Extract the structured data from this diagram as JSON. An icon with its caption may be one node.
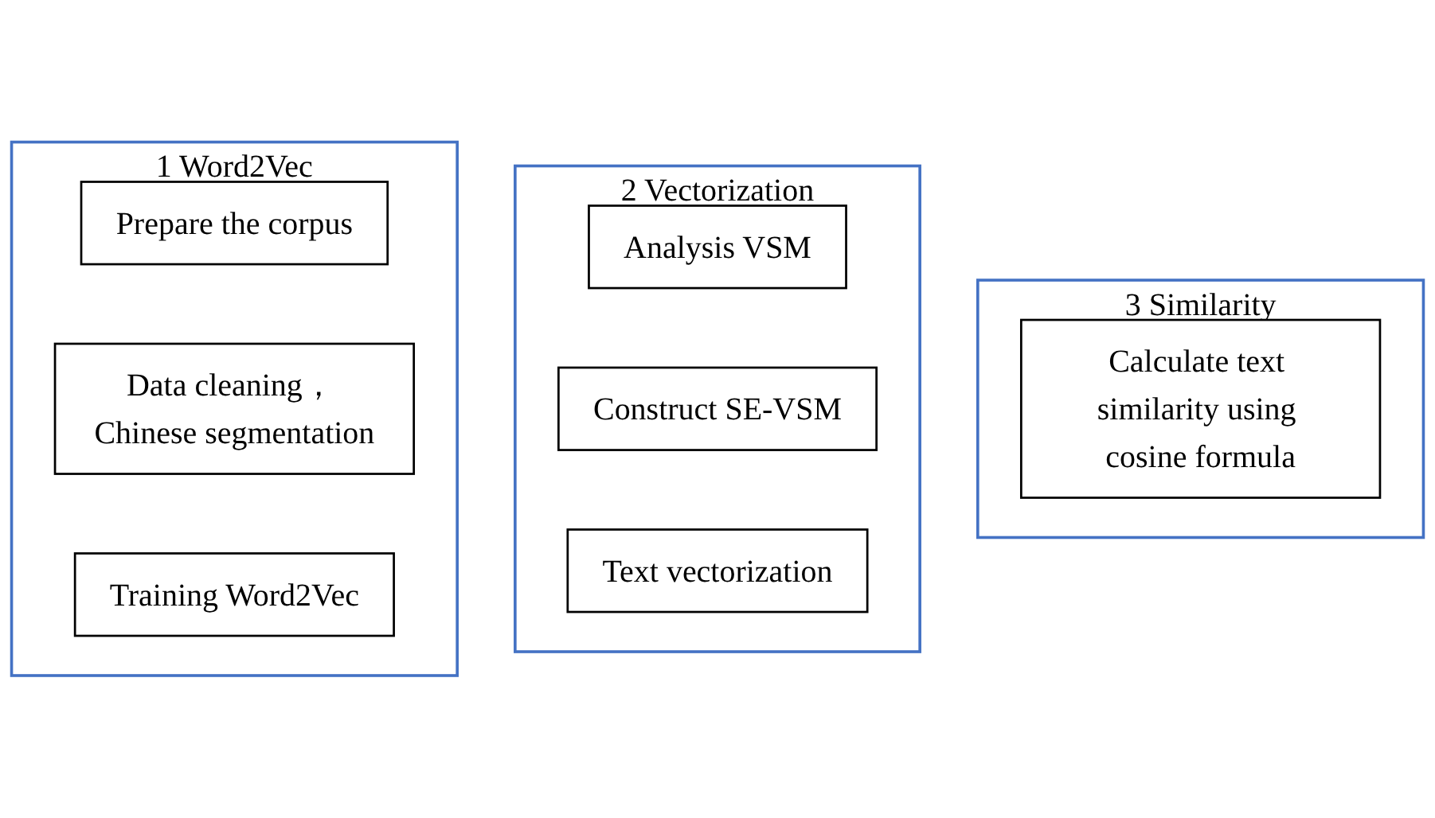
{
  "diagram": {
    "nodes": [
      {
        "text": [
          "1",
          "Word2Vec"
        ]
      },
      {
        "text": [
          "Prepare the corpus"
        ],
        "in": 0
      },
      {
        "text": [
          "Data cleaning， Chinese segmentation"
        ],
        "in": 0
      },
      {
        "text": [
          "Training Word2Vec"
        ],
        "in": 0
      },
      {
        "text": [
          "2",
          "Vectorization"
        ]
      },
      {
        "text": [
          "Analysis VSM"
        ],
        "in": 4
      },
      {
        "text": [
          "Construct SE-VSM"
        ],
        "in": 4
      },
      {
        "text": [
          "Text vectorization"
        ],
        "in": 4
      },
      {
        "text": [
          "3",
          "Similarity"
        ]
      },
      {
        "text": [
          "Calculate text similarity using cosine formula"
        ],
        "in": 8
      }
    ],
    "edges": []
  }
}
